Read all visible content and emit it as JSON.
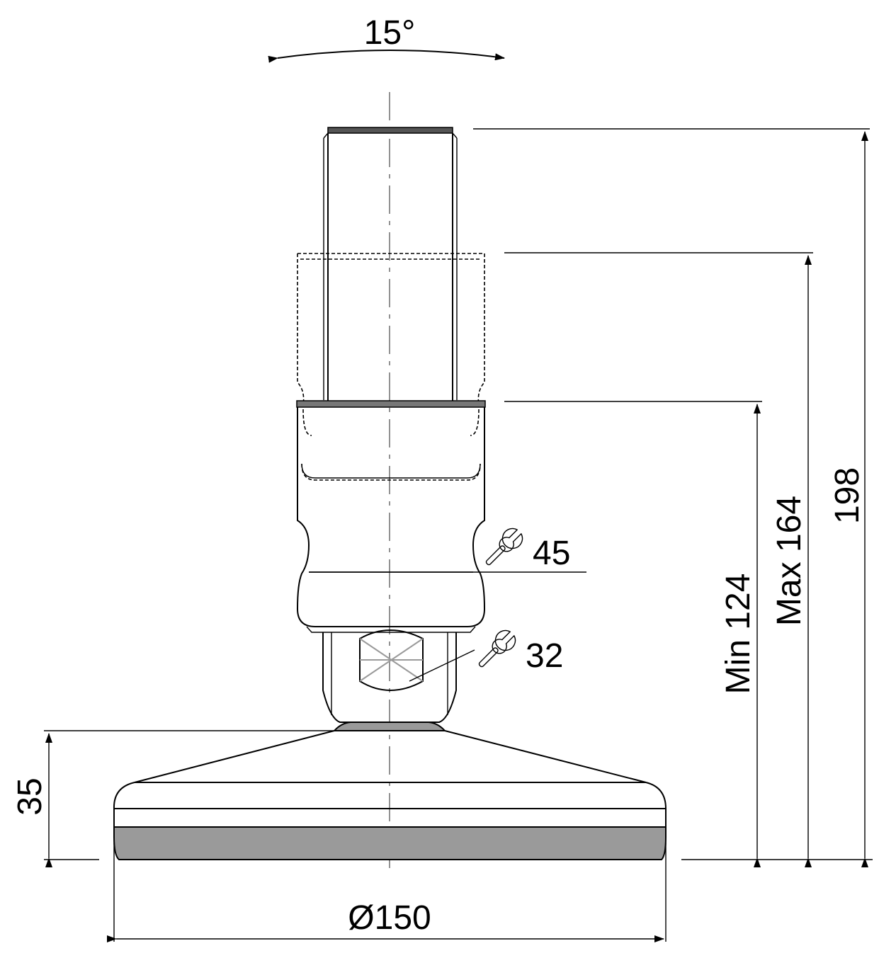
{
  "labels": {
    "angle": "15°",
    "height_total": "198",
    "height_max": "Max 164",
    "height_min": "Min 124",
    "base_height": "35",
    "diameter": "Ø150",
    "wrench_nut": "45",
    "wrench_hex": "32"
  },
  "icons": {
    "wrench_nut": "wrench-icon",
    "wrench_hex": "wrench-icon"
  },
  "colors": {
    "line": "#000000",
    "fill_grey": "#9a9a9a",
    "centerline": "#777777"
  }
}
